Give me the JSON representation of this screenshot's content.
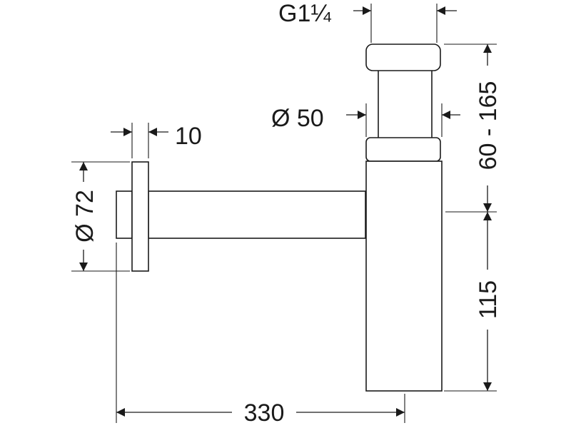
{
  "drawing": {
    "dimensions": {
      "thread": "G1¼",
      "pipe_diameter": "Ø 50",
      "flange_thickness": "10",
      "flange_diameter": "Ø 72",
      "height_range": "60 - 165",
      "lower_height": "115",
      "total_length": "330"
    }
  }
}
